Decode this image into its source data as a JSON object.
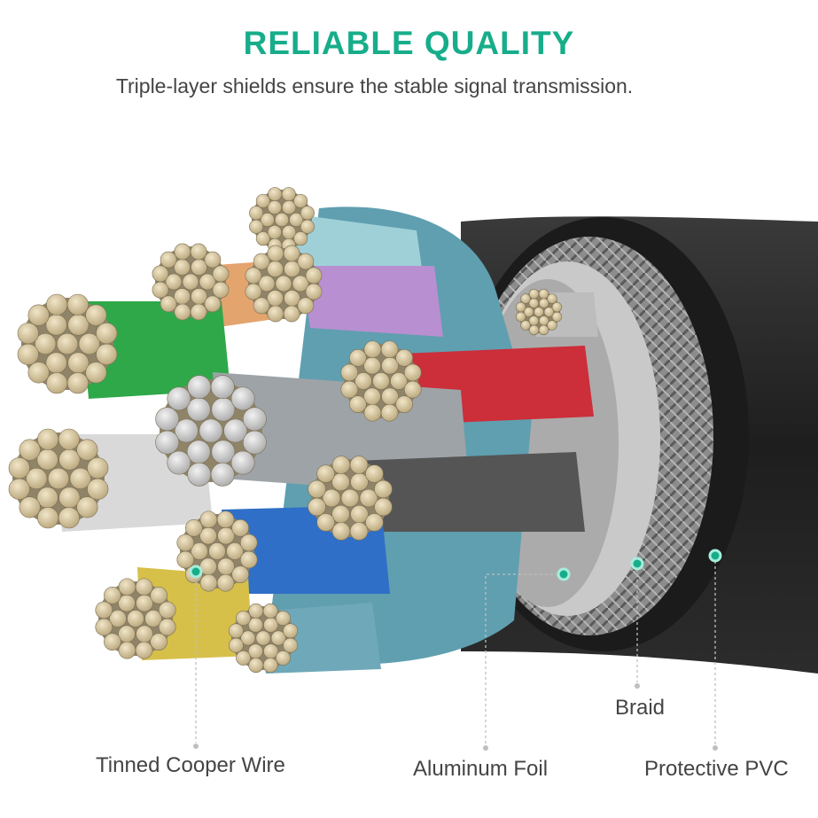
{
  "header": {
    "title": "RELIABLE QUALITY",
    "subtitle": "Triple-layer shields ensure the stable signal transmission."
  },
  "callouts": [
    {
      "id": "tinned",
      "label": "Tinned Cooper Wire"
    },
    {
      "id": "foil",
      "label": "Aluminum Foil"
    },
    {
      "id": "braid",
      "label": "Braid"
    },
    {
      "id": "pvc",
      "label": "Protective PVC"
    }
  ],
  "colors": {
    "accent": "#17ad8a",
    "text": "#444444",
    "jacket": "#262626",
    "copper": "#d8c59a",
    "foil": "#6fa8b8",
    "core_colors": [
      "#2fa84a",
      "#a7c7e7",
      "#e3a46e",
      "#b88fd1",
      "#cc2e3a",
      "#9ea3a7",
      "#555555",
      "#2f6fc7",
      "#d6c04a"
    ]
  },
  "icons": [
    "callout-dot-icon"
  ]
}
